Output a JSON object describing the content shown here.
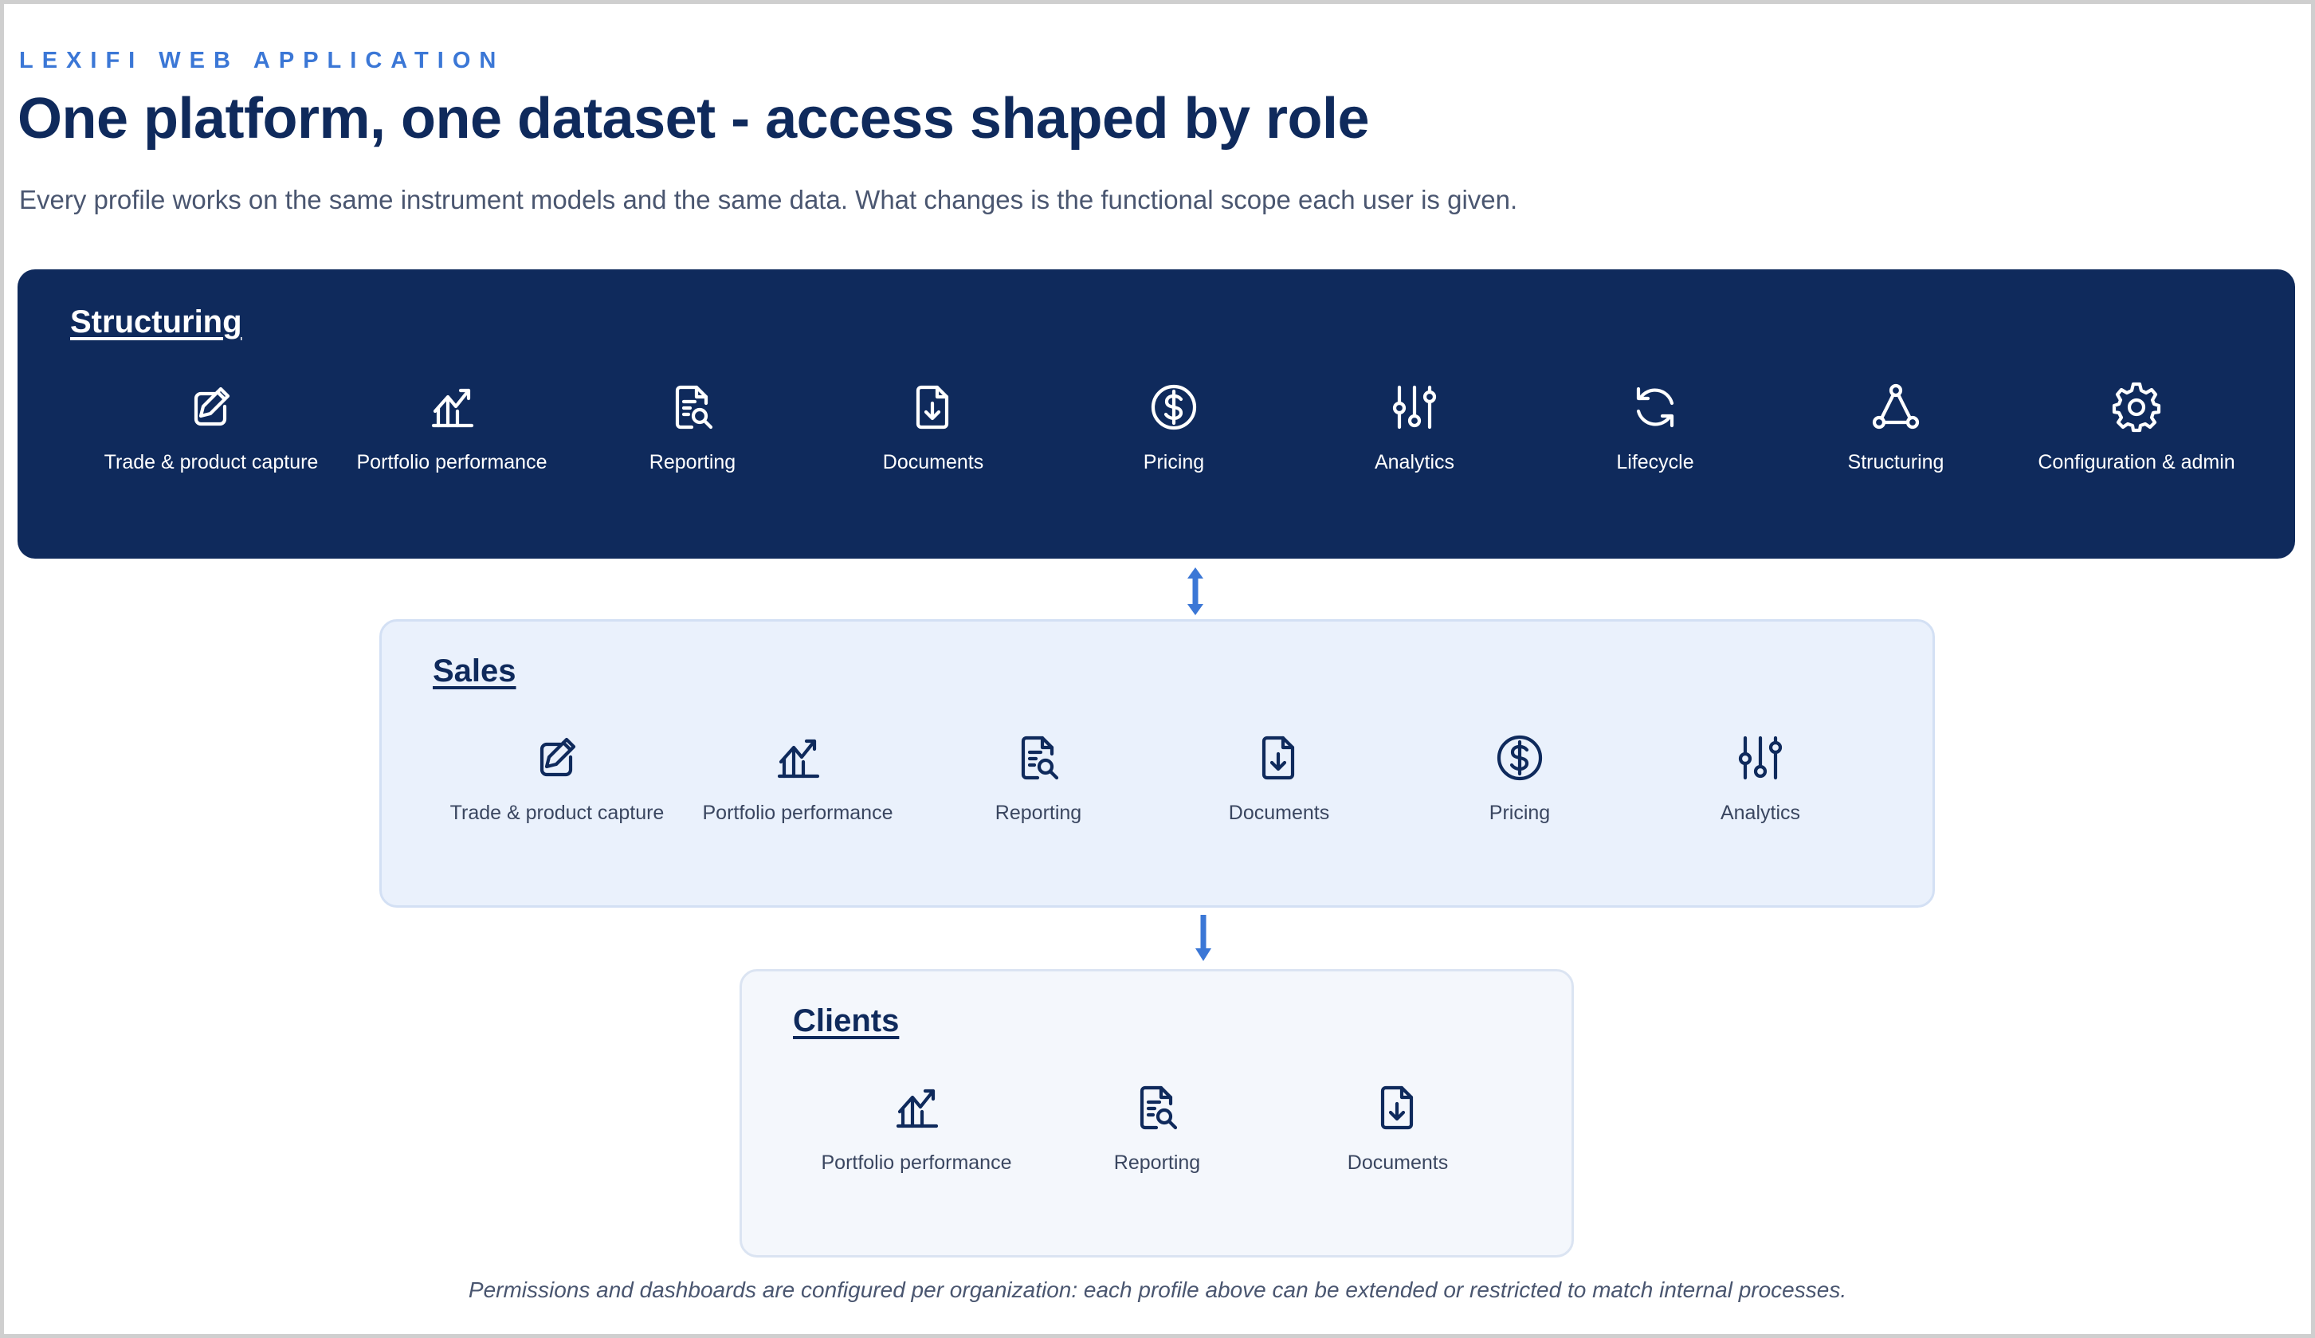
{
  "header": {
    "eyebrow": "LEXIFI WEB APPLICATION",
    "title": "One platform, one dataset - access shaped by role",
    "subtitle": "Every profile works on the same instrument models and the same data. What changes is the functional scope each user is given."
  },
  "colors": {
    "navy": "#0f2a5c",
    "accent_blue": "#3b77d6",
    "sales_bg": "#eaf1fc",
    "clients_bg": "#f4f7fc"
  },
  "profiles": {
    "structuring": {
      "title": "Structuring",
      "features": [
        {
          "label": "Trade & product capture",
          "icon": "pencil-edit-icon"
        },
        {
          "label": "Portfolio performance",
          "icon": "chart-trend-icon"
        },
        {
          "label": "Reporting",
          "icon": "document-search-icon"
        },
        {
          "label": "Documents",
          "icon": "document-download-icon"
        },
        {
          "label": "Pricing",
          "icon": "dollar-circle-icon"
        },
        {
          "label": "Analytics",
          "icon": "sliders-icon"
        },
        {
          "label": "Lifecycle",
          "icon": "refresh-cycle-icon"
        },
        {
          "label": "Structuring",
          "icon": "network-triangle-icon"
        },
        {
          "label": "Configuration & admin",
          "icon": "gear-icon"
        }
      ]
    },
    "sales": {
      "title": "Sales",
      "features": [
        {
          "label": "Trade & product capture",
          "icon": "pencil-edit-icon"
        },
        {
          "label": "Portfolio performance",
          "icon": "chart-trend-icon"
        },
        {
          "label": "Reporting",
          "icon": "document-search-icon"
        },
        {
          "label": "Documents",
          "icon": "document-download-icon"
        },
        {
          "label": "Pricing",
          "icon": "dollar-circle-icon"
        },
        {
          "label": "Analytics",
          "icon": "sliders-icon"
        }
      ]
    },
    "clients": {
      "title": "Clients",
      "features": [
        {
          "label": "Portfolio performance",
          "icon": "chart-trend-icon"
        },
        {
          "label": "Reporting",
          "icon": "document-search-icon"
        },
        {
          "label": "Documents",
          "icon": "document-download-icon"
        }
      ]
    }
  },
  "footnote": "Permissions and dashboards are configured per organization: each profile above can be extended or restricted to match internal processes."
}
